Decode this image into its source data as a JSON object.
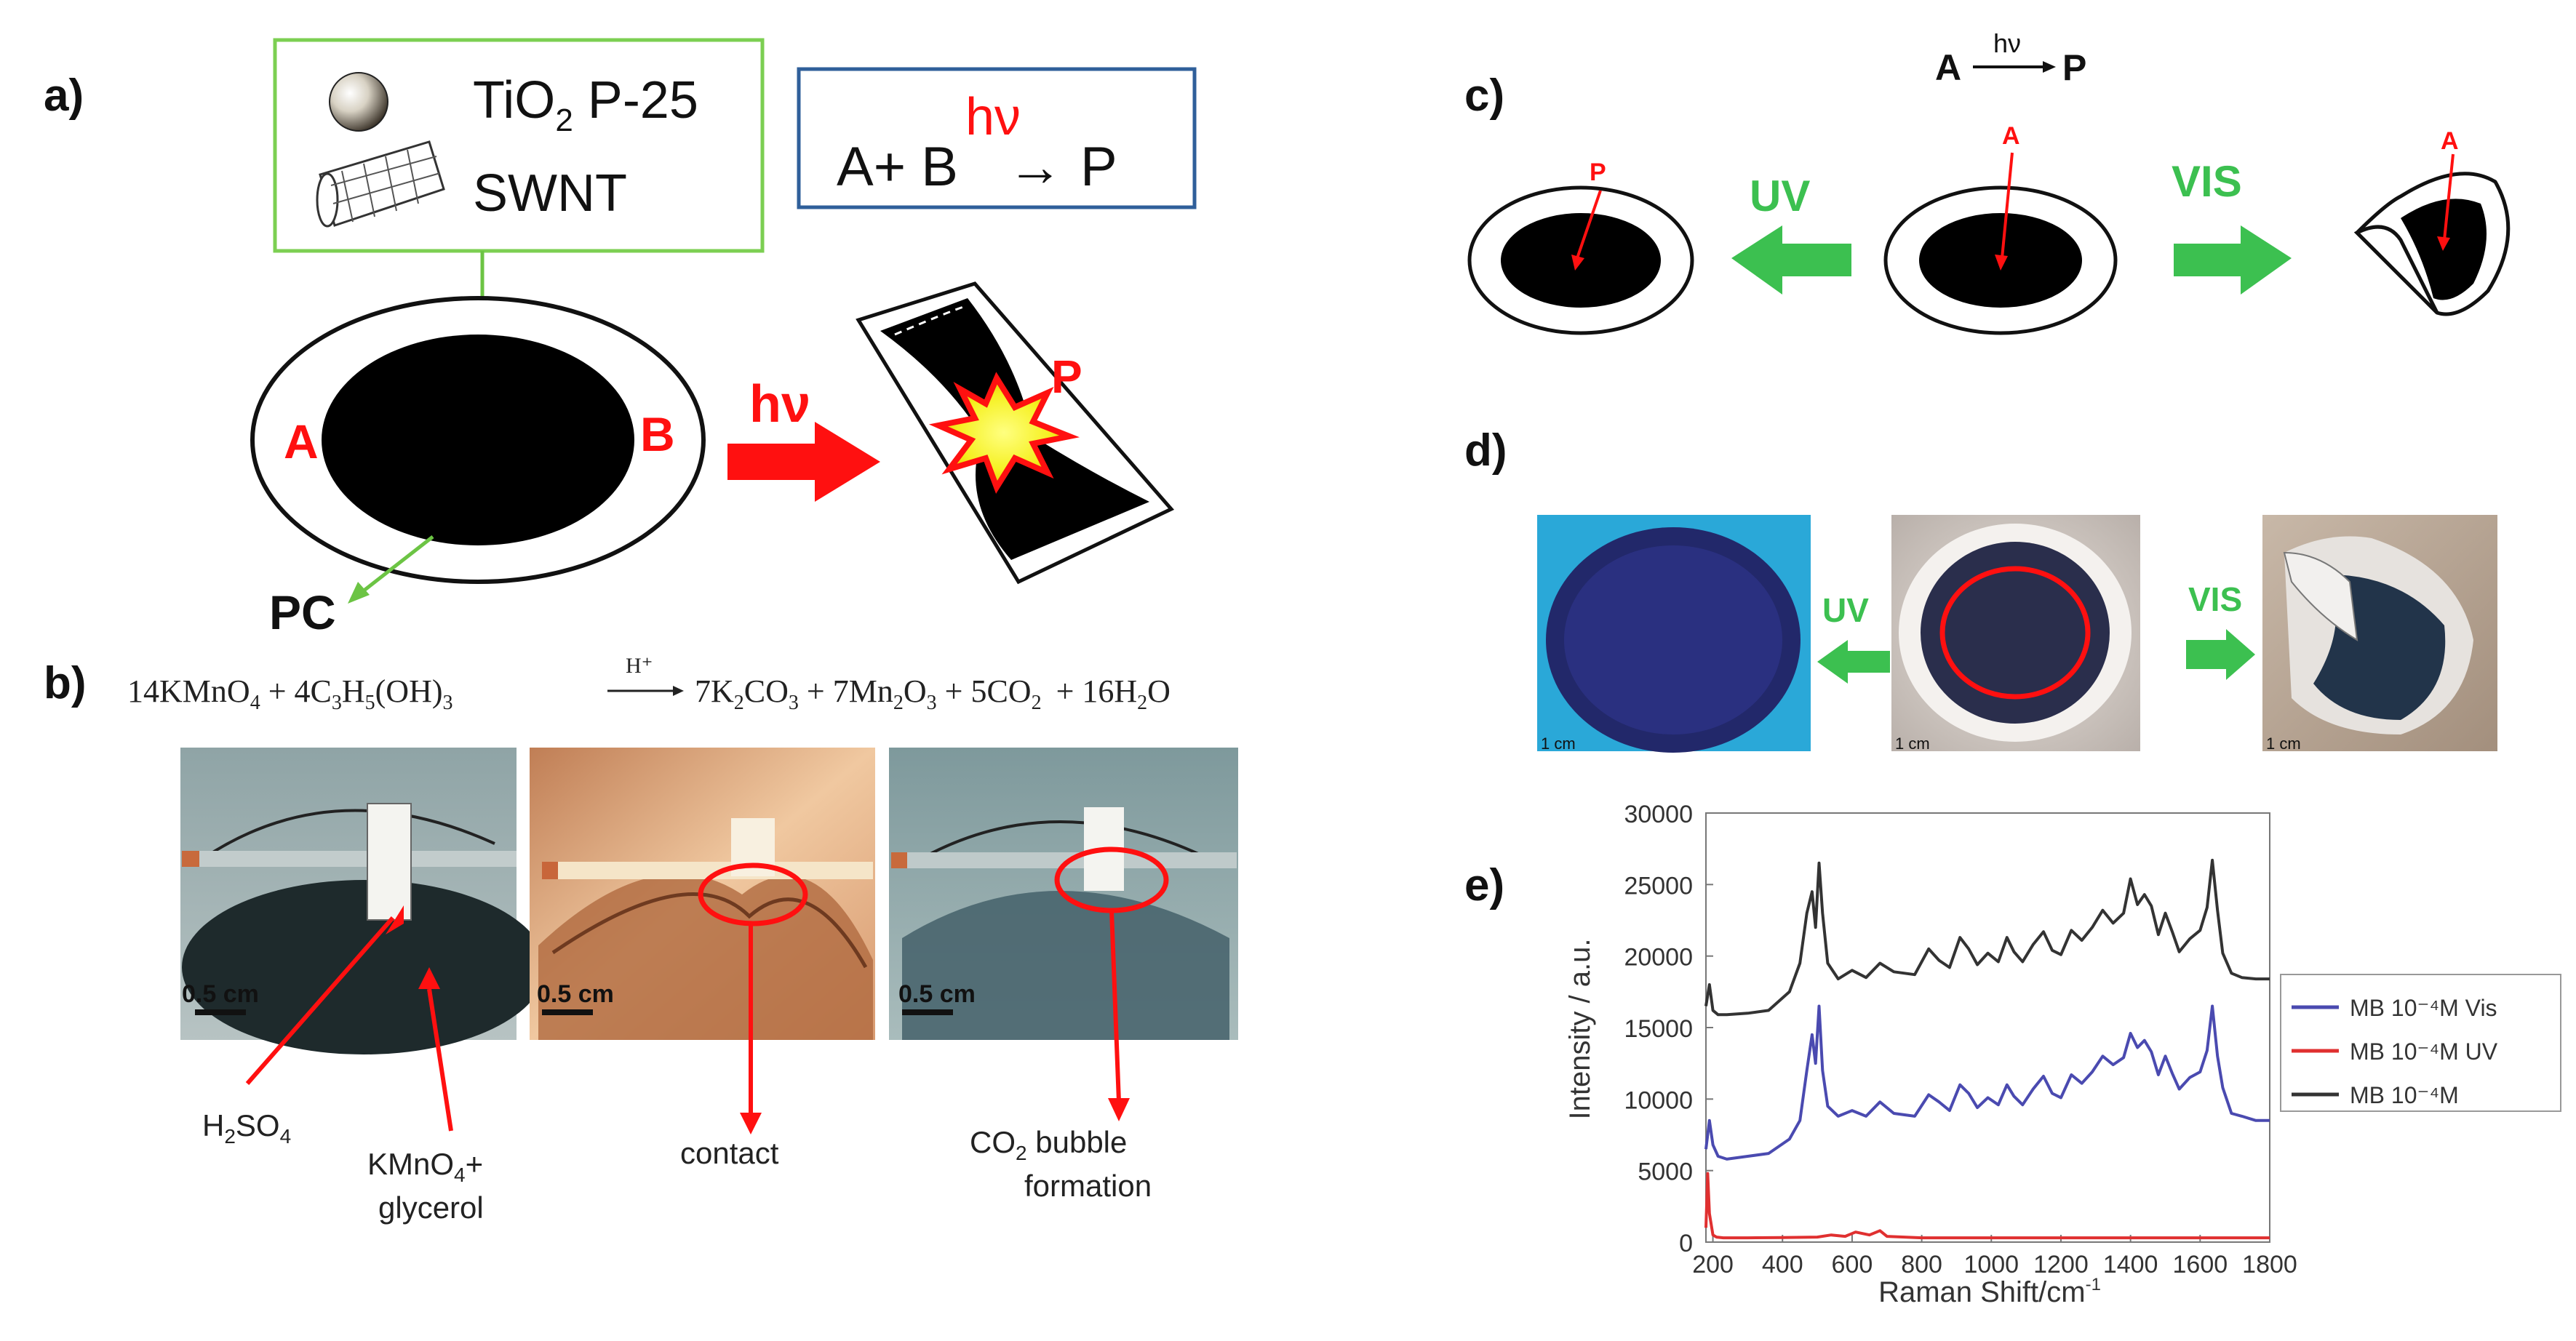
{
  "panels": {
    "a": {
      "label": "a)",
      "materials": [
        "TiO",
        "2",
        " P-25",
        "SWNT"
      ],
      "reaction": {
        "lhs": "A+ B",
        "arrow": "→",
        "rhs": "P",
        "hv": "hν"
      },
      "end_a": "A",
      "end_b": "B",
      "hv_arrow": "hν",
      "product": "P",
      "pc": "PC"
    },
    "b": {
      "label": "b)",
      "equation": [
        "14KMnO",
        "4",
        " + 4C",
        "3",
        "H",
        "5",
        "(OH)",
        "3",
        "7K",
        "2",
        "CO",
        "3",
        " + 7Mn",
        "2",
        "O",
        "3",
        " + 5CO",
        "2",
        "+ 16H",
        "2",
        "O"
      ],
      "catalyst": "H⁺",
      "scale": [
        "0.5 cm",
        "0.5 cm",
        "0.5 cm"
      ],
      "annotations": {
        "h2so4": [
          "H",
          "2",
          "SO",
          "4"
        ],
        "kmno4": [
          "KMnO",
          "4",
          "+",
          "glycerol"
        ],
        "contact": "contact",
        "co2": [
          "CO",
          "2",
          " bubble",
          "formation"
        ]
      }
    },
    "c": {
      "label": "c)",
      "reaction": {
        "lhs": "A",
        "hv": "hν",
        "rhs": "P"
      },
      "left_mark": "P",
      "center_mark": "A",
      "right_mark": "A",
      "uv": "UV",
      "vis": "VIS"
    },
    "d": {
      "label": "d)",
      "uv": "UV",
      "vis": "VIS",
      "scale": [
        "1 cm",
        "1 cm",
        "1 cm"
      ]
    },
    "e": {
      "label": "e)"
    }
  },
  "chart_data": {
    "type": "line",
    "xlabel": "Raman Shift/cm",
    "xlabel_sup": "-1",
    "ylabel": "Intensity / a.u.",
    "xlim": [
      180,
      1800
    ],
    "ylim": [
      0,
      30000
    ],
    "xticks": [
      200,
      400,
      600,
      800,
      1000,
      1200,
      1400,
      1600,
      1800
    ],
    "yticks": [
      0,
      5000,
      10000,
      15000,
      20000,
      25000,
      30000
    ],
    "legend_position": "right",
    "series": [
      {
        "name": "MB 10⁻⁴M Vis",
        "color": "#4a4ab0",
        "x": [
          180,
          190,
          200,
          215,
          240,
          300,
          360,
          420,
          450,
          470,
          485,
          495,
          505,
          515,
          530,
          560,
          600,
          640,
          680,
          720,
          780,
          820,
          850,
          880,
          910,
          935,
          960,
          990,
          1020,
          1045,
          1065,
          1090,
          1120,
          1150,
          1175,
          1200,
          1230,
          1260,
          1290,
          1320,
          1350,
          1380,
          1400,
          1420,
          1440,
          1460,
          1480,
          1500,
          1520,
          1540,
          1570,
          1600,
          1620,
          1635,
          1650,
          1665,
          1690,
          1720,
          1760,
          1800
        ],
        "values": [
          6500,
          8500,
          6800,
          6000,
          5800,
          6000,
          6200,
          7200,
          8500,
          12000,
          14500,
          12500,
          16500,
          12000,
          9500,
          8800,
          9200,
          8800,
          9800,
          9000,
          8800,
          10300,
          9800,
          9200,
          11000,
          10400,
          9400,
          10100,
          9600,
          11000,
          10200,
          9600,
          10700,
          11600,
          10400,
          10100,
          11700,
          11100,
          11900,
          13000,
          12400,
          12900,
          14600,
          13600,
          14100,
          13300,
          11700,
          13000,
          11800,
          10700,
          11500,
          11900,
          13400,
          16500,
          13000,
          10800,
          9000,
          8800,
          8500,
          8500
        ]
      },
      {
        "name": "MB 10⁻⁴M UV",
        "color": "#e03030",
        "x": [
          180,
          185,
          190,
          200,
          210,
          230,
          300,
          400,
          500,
          540,
          580,
          610,
          650,
          680,
          700,
          800,
          1000,
          1200,
          1400,
          1600,
          1800
        ],
        "values": [
          1000,
          4800,
          2000,
          500,
          350,
          300,
          300,
          320,
          350,
          500,
          400,
          700,
          500,
          800,
          400,
          300,
          300,
          300,
          300,
          300,
          300
        ]
      },
      {
        "name": "MB 10⁻⁴M",
        "color": "#333333",
        "x": [
          180,
          190,
          200,
          215,
          240,
          300,
          360,
          420,
          450,
          470,
          485,
          495,
          505,
          515,
          530,
          560,
          600,
          640,
          680,
          720,
          780,
          820,
          850,
          880,
          910,
          935,
          960,
          990,
          1020,
          1045,
          1065,
          1090,
          1120,
          1150,
          1175,
          1200,
          1230,
          1260,
          1290,
          1320,
          1350,
          1380,
          1400,
          1420,
          1440,
          1460,
          1480,
          1500,
          1520,
          1540,
          1570,
          1600,
          1620,
          1635,
          1650,
          1665,
          1690,
          1720,
          1760,
          1800
        ],
        "values": [
          16500,
          18000,
          16200,
          15900,
          15900,
          16000,
          16200,
          17500,
          19500,
          23000,
          24500,
          22000,
          26500,
          23000,
          19500,
          18400,
          19000,
          18500,
          19500,
          18900,
          18700,
          20500,
          19700,
          19200,
          21300,
          20500,
          19400,
          20200,
          19600,
          21300,
          20300,
          19600,
          20800,
          21700,
          20400,
          20100,
          21800,
          21100,
          22000,
          23200,
          22300,
          23000,
          25400,
          23600,
          24300,
          23500,
          21500,
          23000,
          21700,
          20300,
          21200,
          21800,
          23400,
          26700,
          23200,
          20200,
          18800,
          18500,
          18400,
          18400
        ]
      }
    ]
  }
}
